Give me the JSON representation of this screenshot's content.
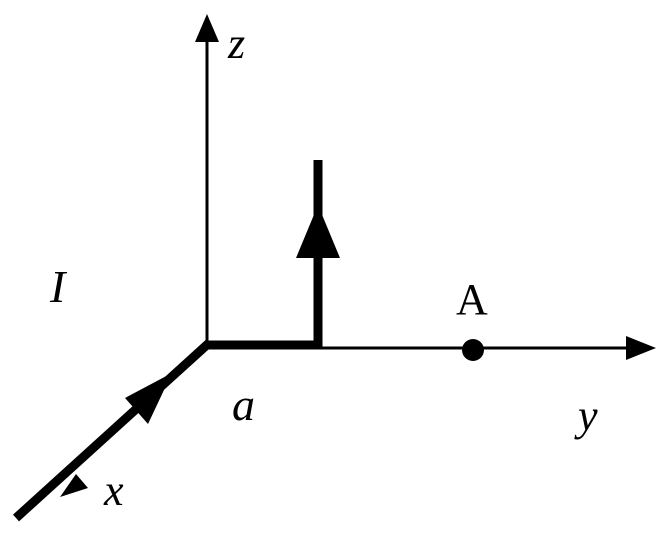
{
  "labels": {
    "z_axis": "z",
    "y_axis": "y",
    "x_axis": "x",
    "current": "I",
    "distance": "a",
    "point": "A"
  },
  "colors": {
    "ink": "#000000",
    "background": "#ffffff"
  }
}
